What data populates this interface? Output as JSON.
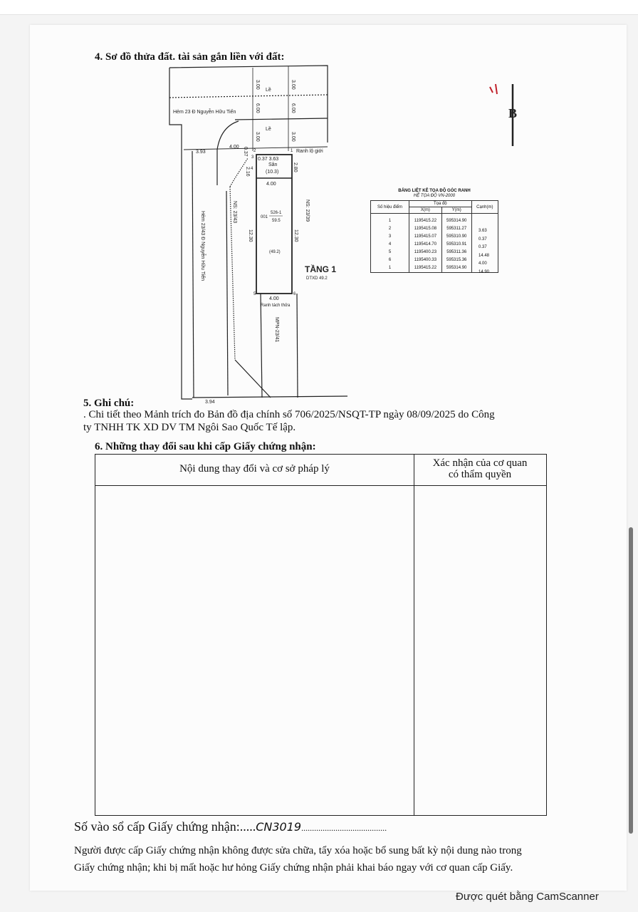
{
  "section4": {
    "heading": "4. Sơ đồ thửa đất. tài sản gắn liền với đất:"
  },
  "diagram": {
    "alley_top": "Hẻm 23 Đ Nguyễn Hữu Tiến",
    "alley_left": "Hẻm 23/43 Đ Nguyễn Hữu Tiến",
    "sidewalk": "Lề",
    "dims_top": [
      "3.00",
      "6.00",
      "3.00"
    ],
    "dim_393": "3.93",
    "dim_400_top": "4.00",
    "dim_037_a": "0.37",
    "dim_037_363": "0.37  3.63",
    "dim_280": "2.80",
    "dim_216": "2.16",
    "road_boundary": "Ranh lộ giới",
    "yard": "Sân",
    "yard_area": "(10.3)",
    "dim_400_mid": "4.00",
    "neighbor_left": "NS: 23/43",
    "neighbor_right": "NS: 23/39",
    "dim_1230": "12.30",
    "parcel_code": "001",
    "parcel_num": "526-1",
    "parcel_area": "59.5",
    "floor_area": "(49.2)",
    "floor_label": "TẦNG 1",
    "floor_dtxd": "DTXD 49.2",
    "dim_400_bottom": "4.00",
    "split_boundary": "Ranh tách thửa",
    "neighbor_bottom": "MPN-23/41",
    "dim_394": "3.94",
    "points": [
      "1",
      "2",
      "3",
      "4",
      "5",
      "6"
    ],
    "north": "B"
  },
  "coord_table": {
    "title": "BẢNG LIỆT KÊ TỌA ĐỘ GÓC RANH",
    "subtitle": "HỆ TỌA ĐỘ VN-2000",
    "headers": {
      "point": "Số hiệu điểm",
      "coord": "Tọa độ",
      "x": "X(m)",
      "y": "Y(m)",
      "edge": "Cạnh(m)"
    },
    "rows": [
      {
        "point": "1",
        "x": "1195415.22",
        "y": "595314.90"
      },
      {
        "point": "2",
        "x": "1195415.08",
        "y": "595311.27"
      },
      {
        "point": "3",
        "x": "1195415.07",
        "y": "595310.90"
      },
      {
        "point": "4",
        "x": "1195414.70",
        "y": "595310.91"
      },
      {
        "point": "5",
        "x": "1195400.23",
        "y": "595311.36"
      },
      {
        "point": "6",
        "x": "1195400.33",
        "y": "595315.36"
      },
      {
        "point": "1",
        "x": "1195415.22",
        "y": "595314.90"
      }
    ],
    "edges": [
      "3.63",
      "0.37",
      "0.37",
      "14.48",
      "4.00",
      "14.90"
    ]
  },
  "section5": {
    "heading": "5. Ghi chú:",
    "line1": ". Chi tiết theo Mảnh trích đo Bản đồ địa chính số 706/2025/NSQT-TP ngày 08/09/2025 do Công",
    "line2": "ty TNHH TK XD DV TM Ngôi Sao Quốc Tế lập."
  },
  "section6": {
    "heading": "6. Những thay đổi sau khi cấp Giấy chứng nhận:",
    "col1": "Nội dung thay đổi và cơ sở pháp lý",
    "col2_line1": "Xác nhận của cơ quan",
    "col2_line2": "có thẩm quyền"
  },
  "registry": {
    "label": "Số vào sổ cấp Giấy chứng nhận:.....",
    "value": "CN3019",
    "dots": "........................................"
  },
  "warning": {
    "line1": "Người được cấp Giấy chứng nhận không được sửa chữa, tẩy xóa hoặc bổ sung bất kỳ nội dung nào trong",
    "line2": "Giấy chứng nhận; khi bị mất hoặc hư hỏng Giấy chứng nhận phải khai báo ngay với cơ quan cấp Giấy."
  },
  "footer": {
    "scanner": "Được quét bằng CamScanner"
  },
  "colors": {
    "mark_red": "#c0202a",
    "scrollbar": "#777777"
  }
}
